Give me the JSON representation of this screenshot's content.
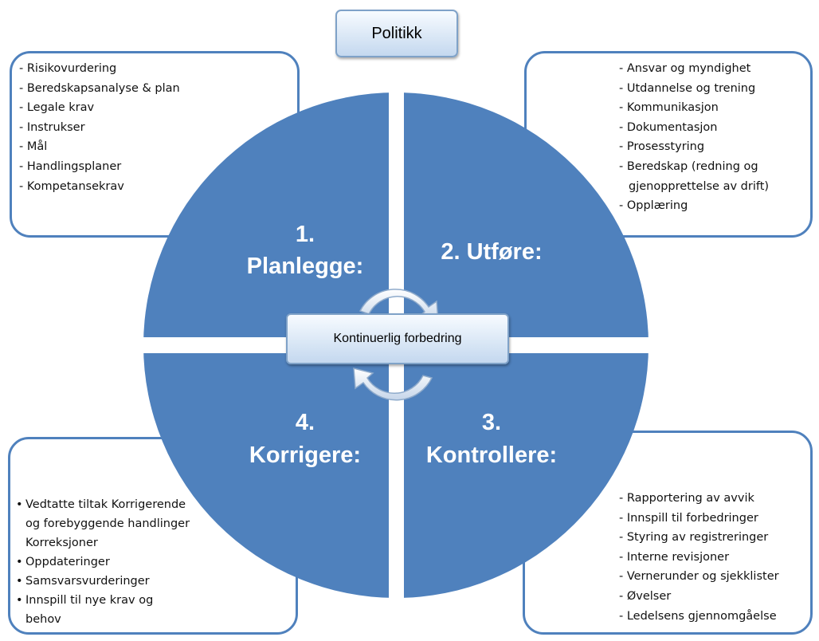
{
  "top_label": "Politikk",
  "center_label": "Kontinuerlig forbedring",
  "quadrants": {
    "q1": {
      "number": "1.",
      "title": "Planlegge:"
    },
    "q2": {
      "title": "2. Utføre:"
    },
    "q3": {
      "number": "3.",
      "title": "Kontrollere:"
    },
    "q4": {
      "number": "4.",
      "title": "Korrigere:"
    }
  },
  "boxes": {
    "top_left": [
      "- Risikovurdering",
      "- Beredskapsanalyse & plan",
      "- Legale krav",
      "- Instrukser",
      "- Mål",
      "- Handlingsplaner",
      "- Kompetansekrav"
    ],
    "top_right": [
      "- Ansvar og myndighet",
      "- Utdannelse og trening",
      "- Kommunikasjon",
      "- Dokumentasjon",
      "- Prosesstyring",
      "- Beredskap (redning og",
      "gjenopprettelse av drift)",
      "- Opplæring"
    ],
    "bottom_left": [
      "Vedtatte tiltak Korrigerende og forebyggende handlinger Korreksjoner",
      "Oppdateringer",
      "Samsvarsvurderinger",
      "Innspill til nye krav og behov"
    ],
    "bottom_right": [
      "- Rapportering av avvik",
      "- Innspill til forbedringer",
      "- Styring av registreringer",
      "- Interne revisjoner",
      "- Vernerunder og sjekklister",
      "- Øvelser",
      "- Ledelsens gjennomgåelse"
    ]
  },
  "colors": {
    "quadrant_fill": "#4f81bd",
    "box_border": "#4f81bd",
    "text_on_blue": "#ffffff"
  },
  "icons": {
    "cycle": "circular-arrows-icon"
  }
}
